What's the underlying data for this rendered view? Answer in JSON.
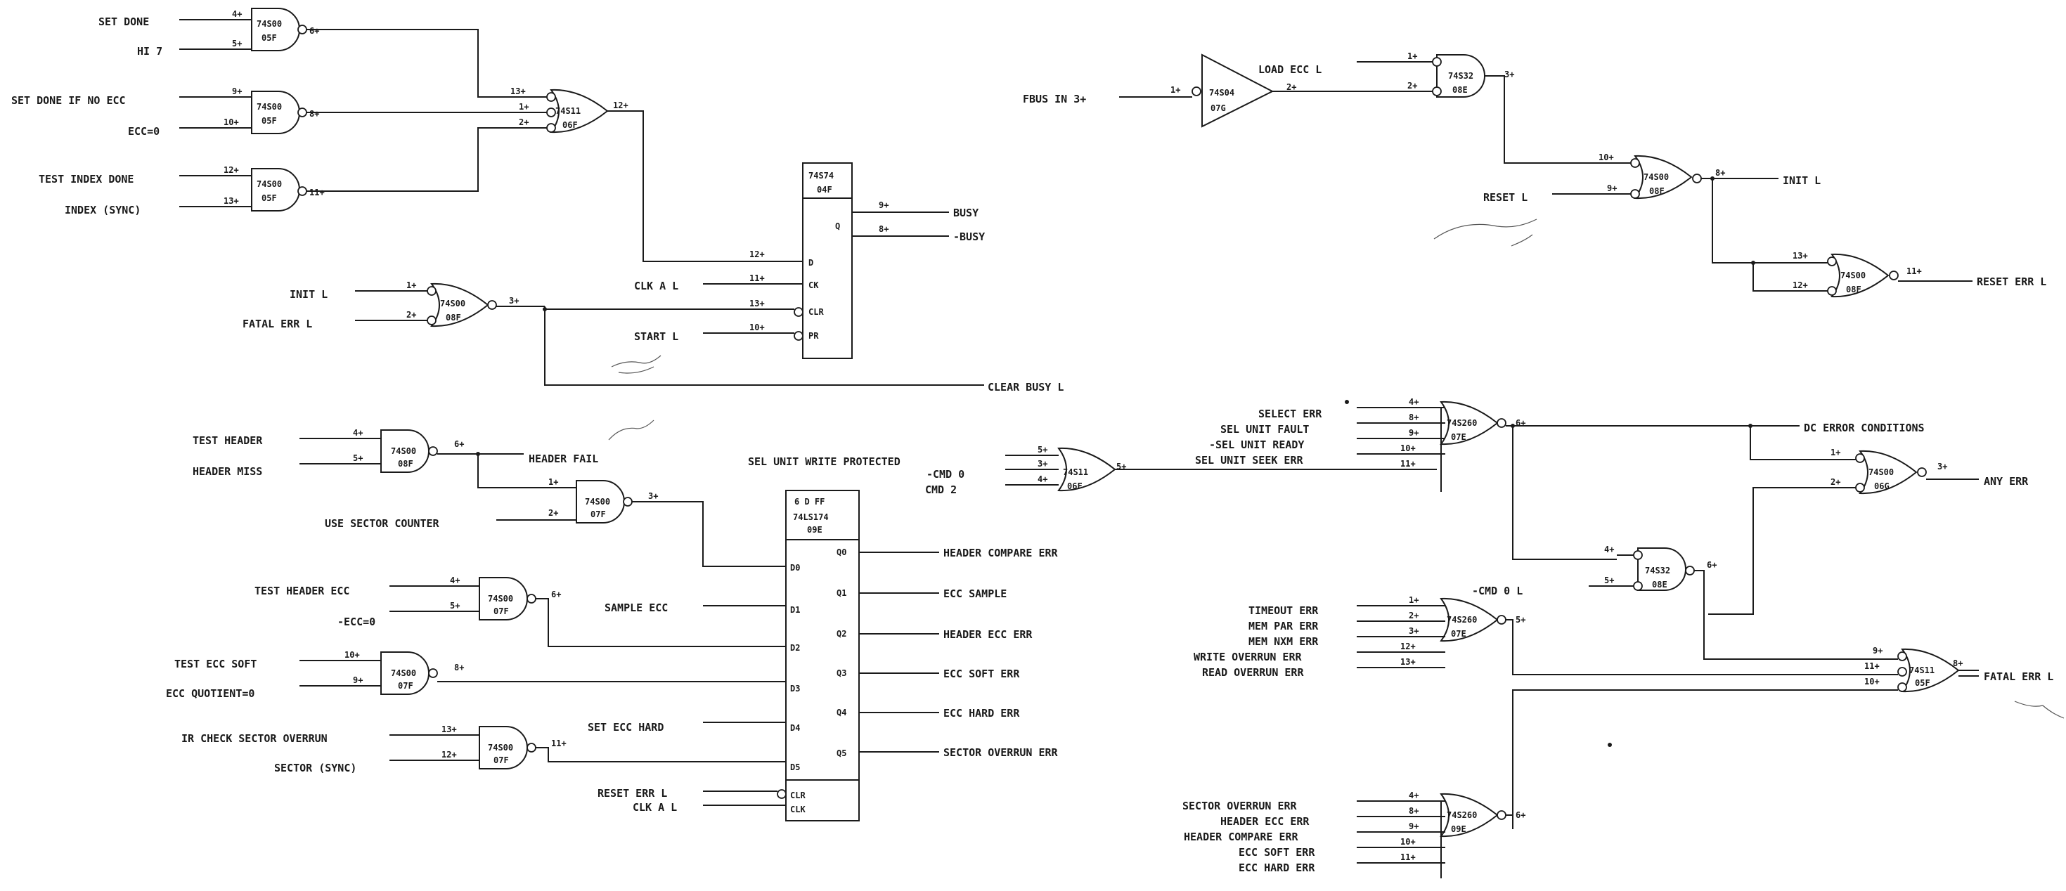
{
  "title": "",
  "colors": {
    "ink": "#1a1a1a",
    "paper": "#ffffff"
  },
  "signals": {
    "set_done": "SET DONE",
    "hi7": "HI 7",
    "set_done_no_ecc": "SET DONE IF NO ECC",
    "ecc0": "ECC=0",
    "test_index_done": "TEST INDEX DONE",
    "index_sync": "INDEX (SYNC)",
    "init_l": "INIT L",
    "fatal_err_l": "FATAL ERR L",
    "clk_a_l": "CLK A L",
    "start_l": "START L",
    "busy": "BUSY",
    "nbusy": "-BUSY",
    "clear_busy_l": "CLEAR BUSY L",
    "fbus_in3": "FBUS IN 3+",
    "load_ecc_l": "LOAD ECC L",
    "reset_l": "RESET L",
    "init_l_out": "INIT L",
    "reset_err_l": "RESET ERR L",
    "test_header": "TEST HEADER",
    "header_miss": "HEADER MISS",
    "header_fail": "HEADER FAIL",
    "use_sector_counter": "USE SECTOR COUNTER",
    "sel_unit_wp": "SEL UNIT WRITE PROTECTED",
    "test_header_ecc": "TEST HEADER ECC",
    "necc0": "-ECC=0",
    "sample_ecc": "SAMPLE ECC",
    "test_ecc_soft": "TEST ECC SOFT",
    "ecc_quotient0": "ECC QUOTIENT=0",
    "ir_check_sector_overrun": "IR CHECK SECTOR OVERRUN",
    "set_ecc_hard": "SET ECC HARD",
    "sector_sync": "SECTOR (SYNC)",
    "clk_a_l2": "CLK A L",
    "header_compare_err": "HEADER COMPARE ERR",
    "ecc_sample": "ECC SAMPLE",
    "header_ecc_err": "HEADER ECC ERR",
    "ecc_soft_err": "ECC SOFT ERR",
    "ecc_hard_err": "ECC HARD ERR",
    "sector_overrun_err": "SECTOR OVERRUN ERR",
    "ncmd0": "-CMD 0",
    "cmd2": "CMD 2",
    "select_err": "SELECT ERR",
    "sel_unit_fault": "SEL UNIT FAULT",
    "nsel_unit_ready": "-SEL UNIT READY",
    "sel_unit_seek_err": "SEL UNIT SEEK ERR",
    "dc_error_conditions": "DC ERROR CONDITIONS",
    "any_err": "ANY ERR",
    "ncmd0_l": "-CMD 0 L",
    "timeout_err": "TIMEOUT ERR",
    "mem_par_err": "MEM PAR ERR",
    "mem_nxm_err": "MEM NXM ERR",
    "write_overrun_err": "WRITE OVERRUN ERR",
    "read_overrun_err": "READ OVERRUN ERR",
    "fatal_err_l2": "FATAL ERR L",
    "sector_overrun_err2": "SECTOR OVERRUN ERR",
    "header_ecc_err2": "HEADER ECC ERR",
    "header_compare_err2": "HEADER COMPARE ERR",
    "ecc_soft_err2": "ECC SOFT ERR",
    "ecc_hard_err2": "ECC HARD ERR"
  },
  "parts": {
    "g05f_a": [
      "74S00",
      "05F"
    ],
    "g05f_b": [
      "74S00",
      "05F"
    ],
    "g05f_c": [
      "74S00",
      "05F"
    ],
    "g06f": [
      "74S11",
      "06F"
    ],
    "ff04f": [
      "74S74",
      "04F"
    ],
    "g08f_a": [
      "74S00",
      "08F"
    ],
    "buf07g": [
      "74S04",
      "07G"
    ],
    "g08e_or": [
      "74S32",
      "08E"
    ],
    "g08f_b": [
      "74S00",
      "08F"
    ],
    "g08f_c": [
      "74S00",
      "08F"
    ],
    "g08f_d": [
      "74S00",
      "08F"
    ],
    "g07f_a": [
      "74S00",
      "07F"
    ],
    "g07f_b": [
      "74S00",
      "07F"
    ],
    "g07f_c": [
      "74S00",
      "07F"
    ],
    "g07f_d": [
      "74S00",
      "07F"
    ],
    "ff09e": [
      "6 D FF",
      "74LS174",
      "09E"
    ],
    "g06f_b": [
      "74S11",
      "06F"
    ],
    "g07e_a": [
      "74S260",
      "07E"
    ],
    "g06g": [
      "74S00",
      "06G"
    ],
    "g08e_b": [
      "74S32",
      "08E"
    ],
    "g07e_b": [
      "74S260",
      "07E"
    ],
    "g05f_and": [
      "74S11",
      "05F"
    ],
    "g09e": [
      "74S260",
      "09E"
    ]
  },
  "ff_pins": {
    "d": "D",
    "ck": "CK",
    "clr": "CLR",
    "pr": "PR",
    "q": "Q",
    "d0": "D0",
    "d1": "D1",
    "d2": "D2",
    "d3": "D3",
    "d4": "D4",
    "d5": "D5",
    "q0": "Q0",
    "q1": "Q1",
    "q2": "Q2",
    "q3": "Q3",
    "q4": "Q4",
    "q5": "Q5",
    "ck2": "CLK"
  }
}
